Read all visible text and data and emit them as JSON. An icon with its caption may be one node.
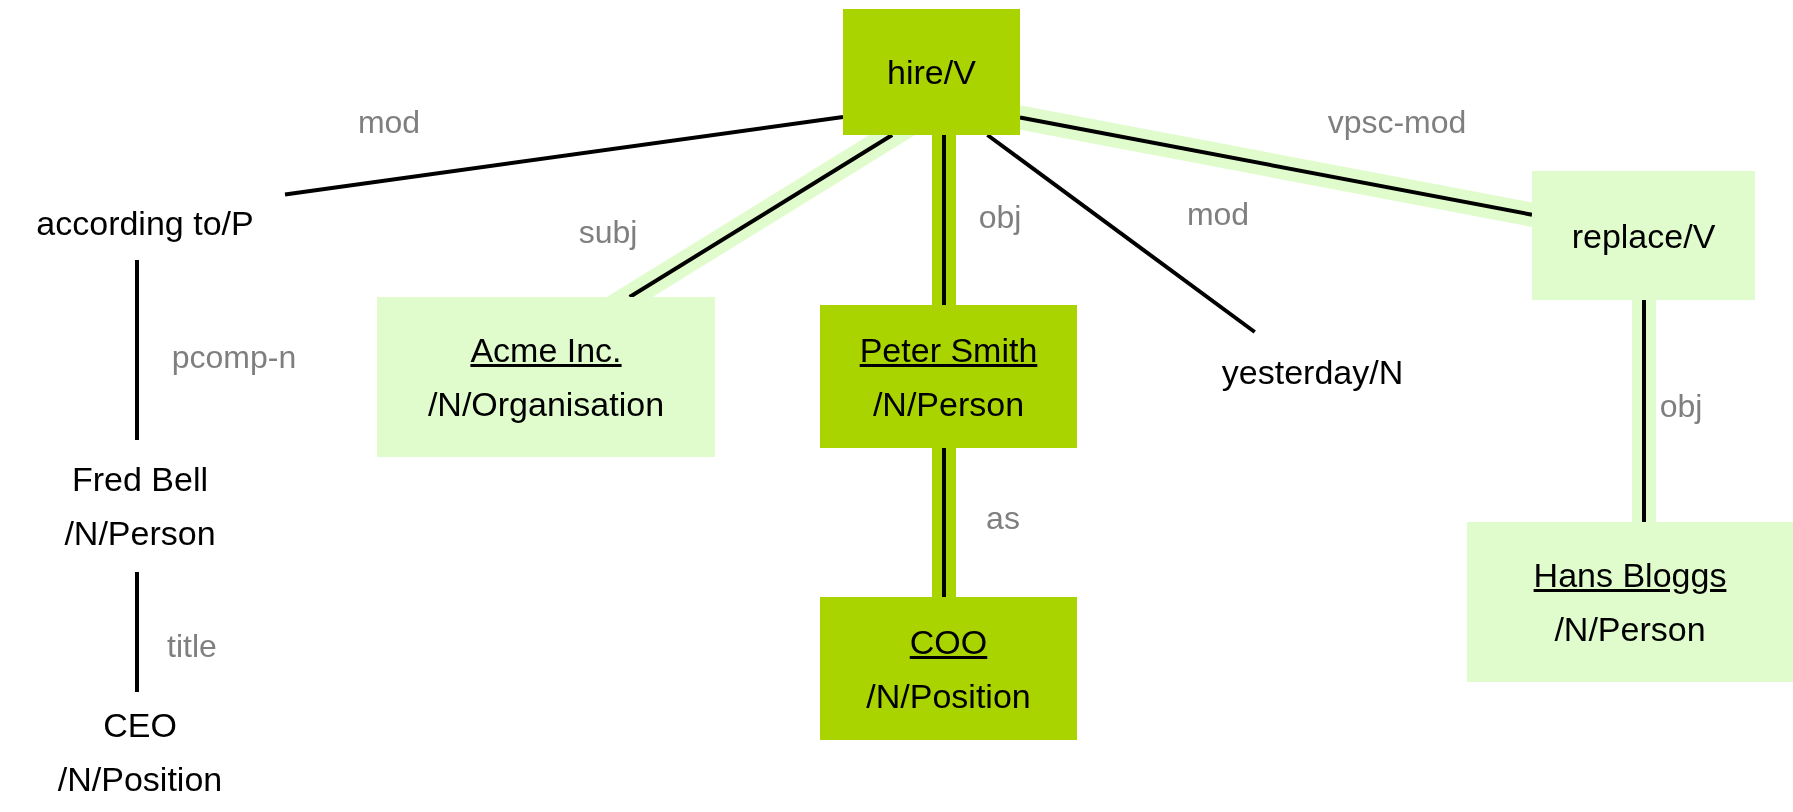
{
  "diagram": {
    "nodes": [
      {
        "text": [
          "hire/V"
        ]
      },
      {
        "text": [
          "according to/P"
        ]
      },
      {
        "text": [
          "Fred Bell",
          "/N/Person"
        ]
      },
      {
        "text": [
          "CEO",
          "/N/Position"
        ]
      },
      {
        "text": [
          "Acme Inc.",
          "/N/Organisation"
        ]
      },
      {
        "text": [
          "Peter Smith",
          "/N/Person"
        ]
      },
      {
        "text": [
          "COO",
          "/N/Position"
        ]
      },
      {
        "text": [
          "yesterday/N"
        ]
      },
      {
        "text": [
          "replace/V"
        ]
      },
      {
        "text": [
          "Hans Bloggs",
          "/N/Person"
        ]
      }
    ],
    "edges": [
      {
        "from": 0,
        "to": 1,
        "arrow": "none",
        "label": "mod"
      },
      {
        "from": 0,
        "to": 4,
        "arrow": "none",
        "label": "subj"
      },
      {
        "from": 0,
        "to": 5,
        "arrow": "none",
        "label": "obj"
      },
      {
        "from": 0,
        "to": 7,
        "arrow": "none",
        "label": "mod"
      },
      {
        "from": 0,
        "to": 8,
        "arrow": "none",
        "label": "vpsc-mod"
      },
      {
        "from": 1,
        "to": 2,
        "arrow": "none",
        "label": "pcomp-n"
      },
      {
        "from": 2,
        "to": 3,
        "arrow": "none",
        "label": "title"
      },
      {
        "from": 5,
        "to": 6,
        "arrow": "none",
        "label": "as"
      },
      {
        "from": 8,
        "to": 9,
        "arrow": "none",
        "label": "obj"
      }
    ]
  }
}
